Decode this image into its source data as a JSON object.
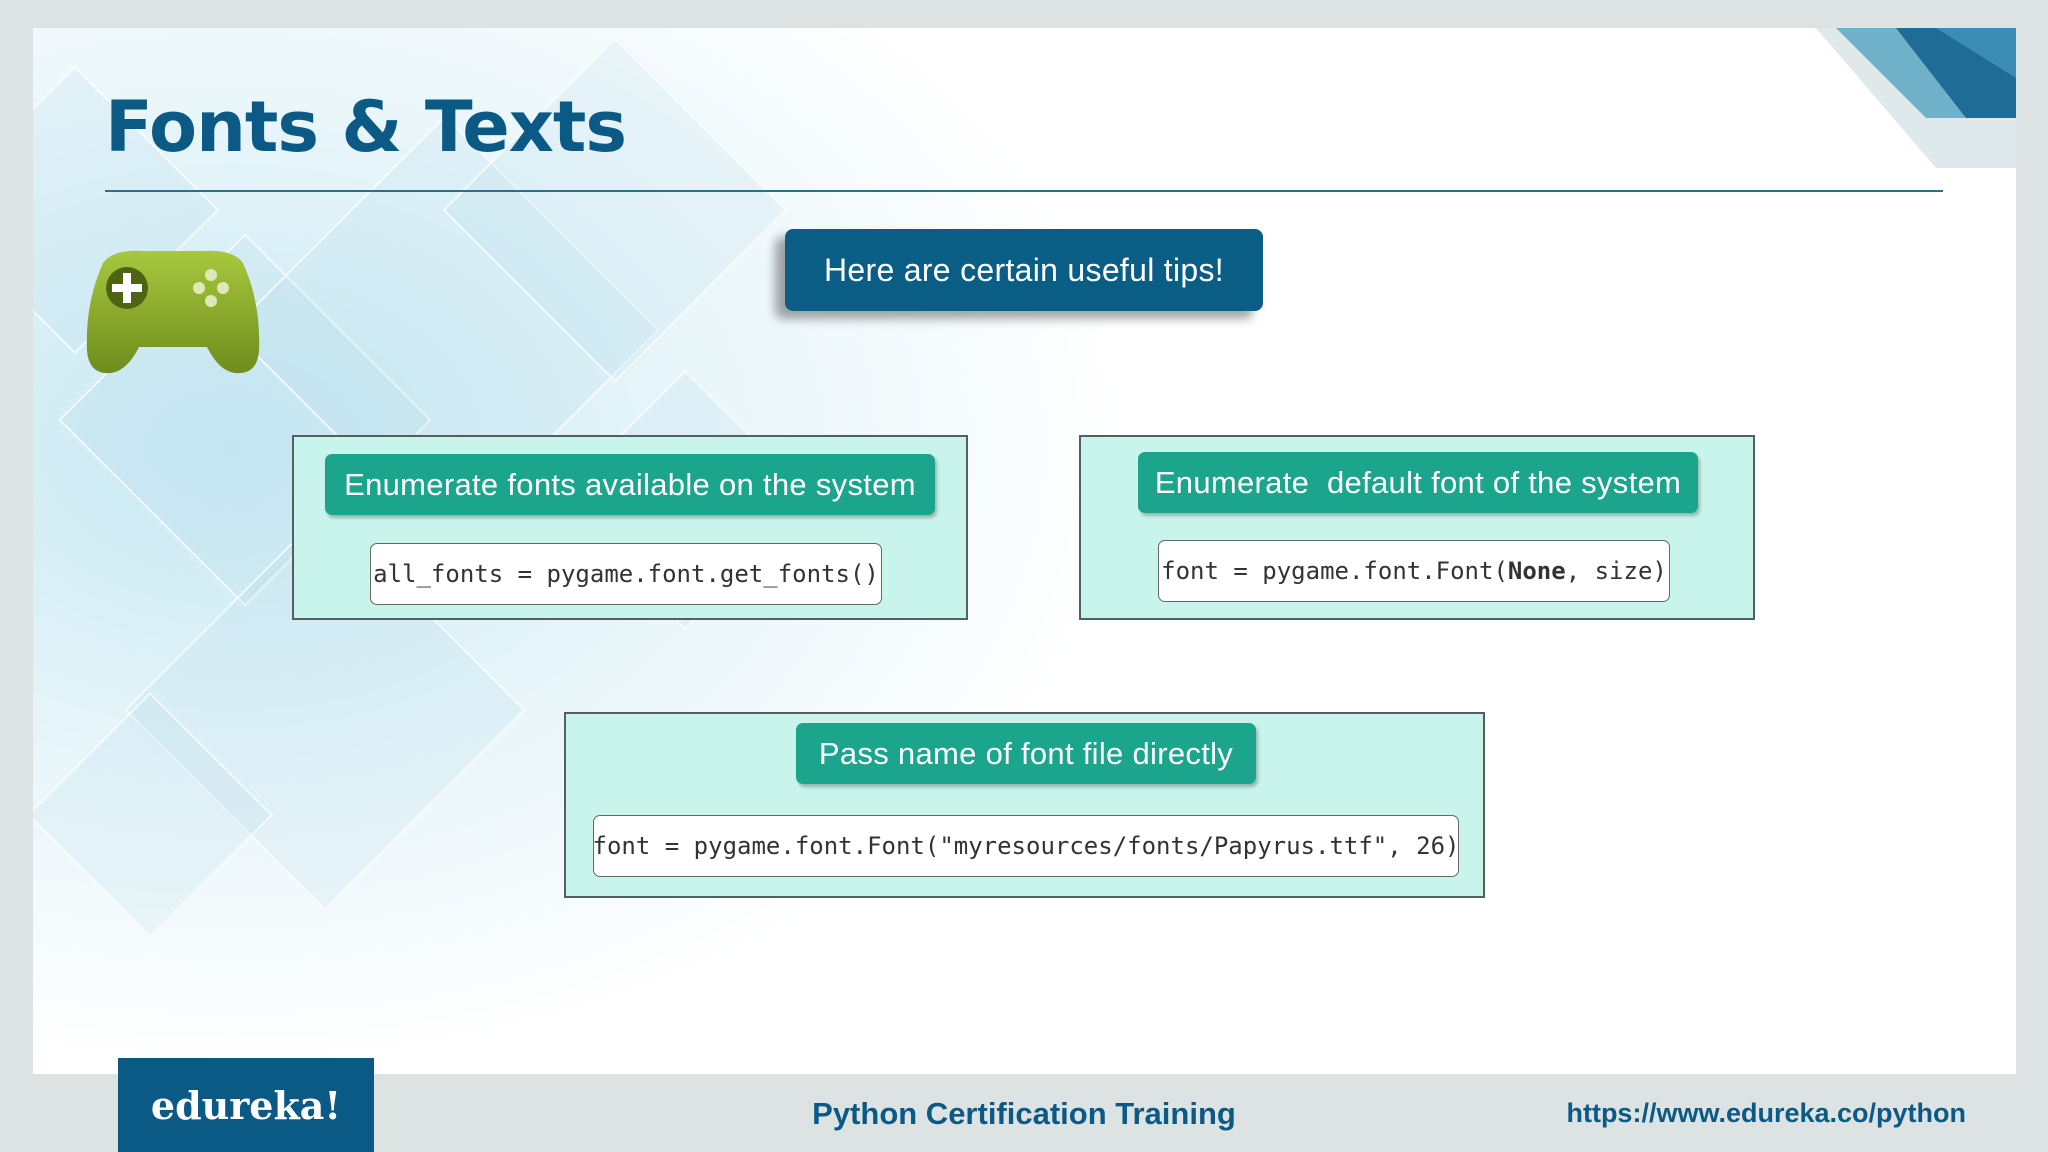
{
  "slide": {
    "title": "Fonts & Texts",
    "tip_banner": "Here are certain useful tips!"
  },
  "cards": [
    {
      "heading": "Enumerate fonts available on the system",
      "code": "all_fonts = pygame.font.get_fonts()"
    },
    {
      "heading": "Enumerate  default font of the system",
      "code_prefix": "font = pygame.font.Font(",
      "code_keyword": "None",
      "code_suffix": ", size)"
    },
    {
      "heading": "Pass name of font file directly",
      "code": "font = pygame.font.Font(\"myresources/fonts/Papyrus.ttf\", 26)"
    }
  ],
  "footer": {
    "logo": "edureka!",
    "course": "Python Certification Training",
    "url": "https://www.edureka.co/python"
  },
  "colors": {
    "brand_blue": "#0b5a85",
    "card_bg": "#c8f4ec",
    "heading_green": "#1ba58c",
    "gamepad_green": "#8aab2c"
  },
  "icons": [
    "gamepad-icon"
  ]
}
